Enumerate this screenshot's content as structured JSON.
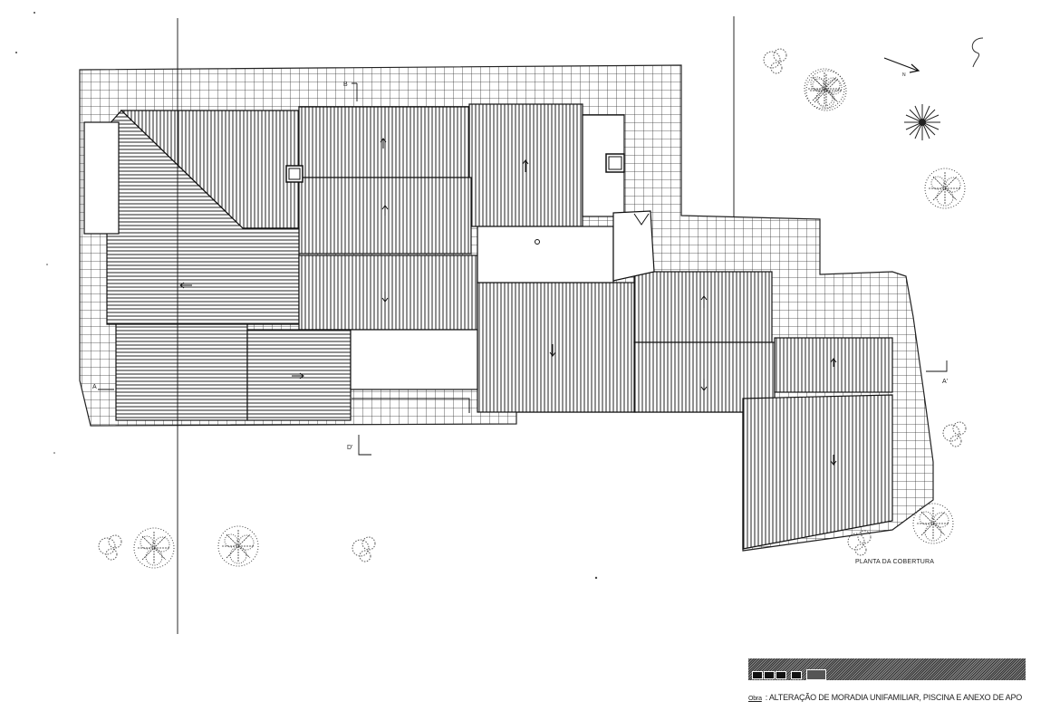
{
  "drawing": {
    "plan_caption": "PLANTA DA COBERTURA",
    "section_markers": {
      "b": "B",
      "a_right": "A'",
      "a_left": "A",
      "d": "D'"
    },
    "north_arrow_label": "N",
    "scribble": "ℓ"
  },
  "title_block": {
    "obra_label": "Obra",
    "obra_value": ": ALTERAÇÃO DE MORADIA UNIFAMILIAR, PISCINA E ANEXO DE APO"
  },
  "colors": {
    "ink": "#111111",
    "paper": "#ffffff",
    "grid": "#333333"
  }
}
